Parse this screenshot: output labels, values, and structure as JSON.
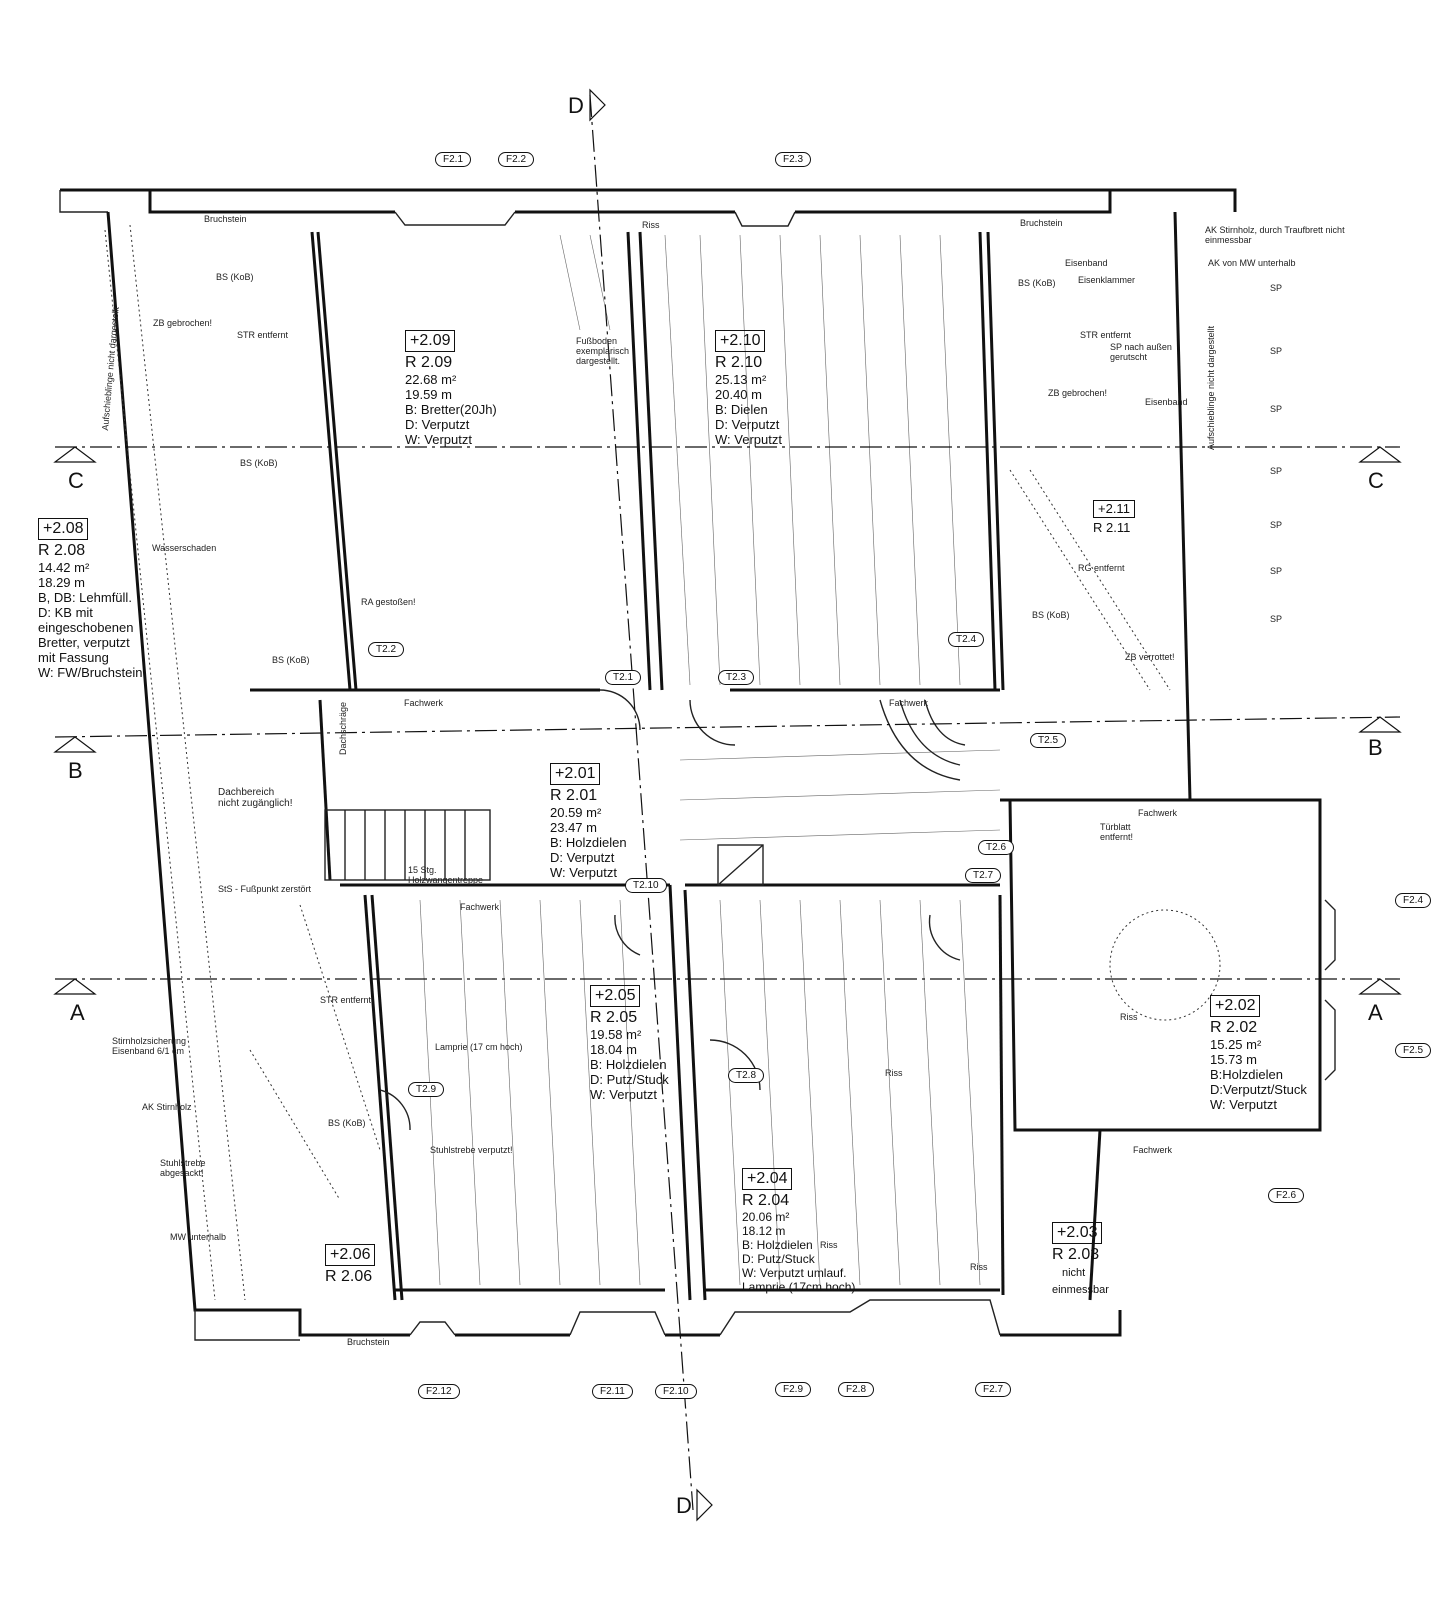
{
  "sections": {
    "a": "A",
    "b": "B",
    "c": "C",
    "d": "D"
  },
  "rooms": [
    {
      "tag": "+2.08",
      "name": "R 2.08",
      "area": "14.42 m²",
      "perim": "18.29 m",
      "lines": [
        "B, DB: Lehmfüll.",
        "D: KB mit",
        "eingeschobenen",
        "Bretter, verputzt",
        "mit Fassung",
        "W: FW/Bruchstein"
      ]
    },
    {
      "tag": "+2.09",
      "name": "R 2.09",
      "area": "22.68 m²",
      "perim": "19.59 m",
      "lines": [
        "B: Bretter(20Jh)",
        "D: Verputzt",
        "W: Verputzt"
      ]
    },
    {
      "tag": "+2.10",
      "name": "R 2.10",
      "area": "25.13 m²",
      "perim": "20.40 m",
      "lines": [
        "B: Dielen",
        "D: Verputzt",
        "W: Verputzt"
      ]
    },
    {
      "tag": "+2.11",
      "name": "R 2.11",
      "area": "",
      "perim": "",
      "lines": []
    },
    {
      "tag": "+2.01",
      "name": "R 2.01",
      "area": "20.59 m²",
      "perim": "23.47 m",
      "lines": [
        "B: Holzdielen",
        "D: Verputzt",
        "W: Verputzt"
      ]
    },
    {
      "tag": "+2.02",
      "name": "R 2.02",
      "area": "15.25 m²",
      "perim": "15.73 m",
      "lines": [
        "B:Holzdielen",
        "D:Verputzt/Stuck",
        "W: Verputzt"
      ]
    },
    {
      "tag": "+2.05",
      "name": "R 2.05",
      "area": "19.58 m²",
      "perim": "18.04 m",
      "lines": [
        "B: Holzdielen",
        "D: Putz/Stuck",
        "W: Verputzt"
      ]
    },
    {
      "tag": "+2.04",
      "name": "R 2.04",
      "area": "20.06 m²",
      "perim": "18.12 m",
      "lines": [
        "B: Holzdielen",
        "D: Putz/Stuck",
        "W: Verputzt umlauf.",
        "Lamprie (17cm hoch)"
      ]
    },
    {
      "tag": "+2.03",
      "name": "R 2.03",
      "area": "",
      "perim": "",
      "lines": [
        "nicht",
        "einmessbar"
      ]
    },
    {
      "tag": "+2.06",
      "name": "R 2.06",
      "area": "",
      "perim": "",
      "lines": []
    }
  ],
  "openings": [
    "F2.1",
    "F2.2",
    "F2.3",
    "F2.4",
    "F2.5",
    "F2.6",
    "F2.7",
    "F2.8",
    "F2.9",
    "F2.10",
    "F2.11",
    "F2.12",
    "T2.1",
    "T2.2",
    "T2.3",
    "T2.4",
    "T2.5",
    "T2.6",
    "T2.7",
    "T2.8",
    "T2.9",
    "T2.10"
  ],
  "notes": {
    "bruchstein": "Bruchstein",
    "fachwerk": "Fachwerk",
    "riss": "Riss",
    "fussboden": "Fußboden exemplarisch dargestellt.",
    "dachbereich": "Dachbereich nicht zugänglich!",
    "dachschraege": "Dachschräge",
    "treppe": "15 Stg. Holzwangentreppe",
    "sts_fusspunkt": "StS - Fußpunkt zerstört",
    "ak_stirnholz_top": "AK Stirnholz, durch Traufbrett nicht einmessbar",
    "ak_mw": "AK von MW unterhalb",
    "ak_stirnholz": "AK Stirnholz",
    "stuhlstrebe": "Stuhlstrebe abgesackt!",
    "mw_unterhalb": "MW unterhalb",
    "stirnholzsicherung": "Stirnholzsicherung Eisenband 6/1 cm",
    "lamprie": "Lamprie (17 cm hoch)",
    "stuhlstrebe_verputzt": "Stuhlstrebe verputzt!",
    "turblatt": "Türblatt entfernt!",
    "zb_gebrochen": "ZB gebrochen!",
    "str_entfernt": "STR entfernt",
    "wasserschaden": "Wasserschaden",
    "ra_gestossen": "RA gestoßen!",
    "eisenband": "Eisenband",
    "eisenklammer": "Eisenklammer",
    "sp_aussen": "SP nach außen gerutscht",
    "zb_verrottet": "ZB verrottet!",
    "aufschieblinge": "Aufschieblinge nicht dargestellt",
    "rg_entfernt": "RG entfernt",
    "bs_kob": "BS (KoB)",
    "sp": "SP"
  }
}
